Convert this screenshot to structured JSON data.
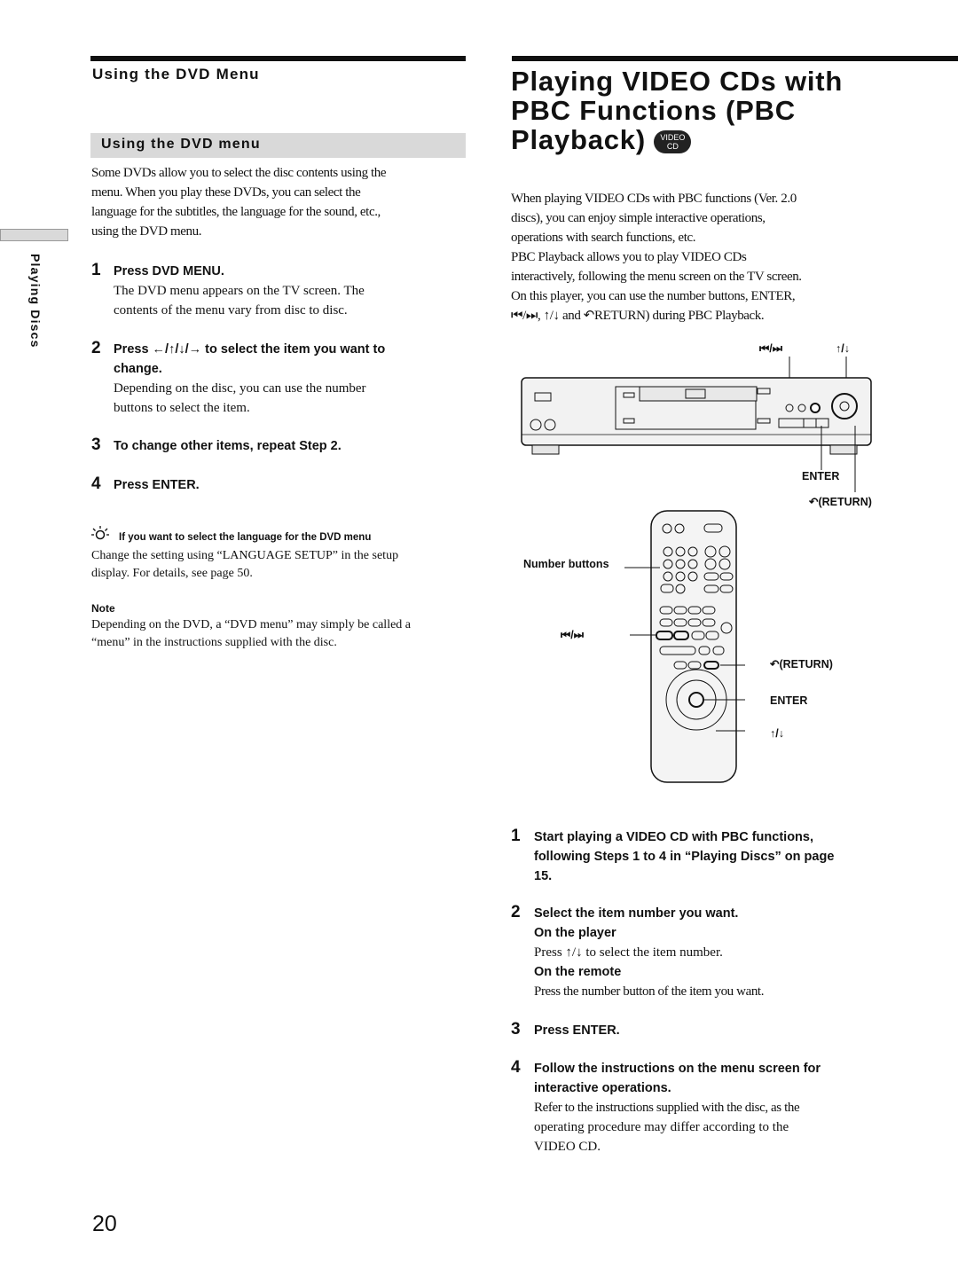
{
  "left": {
    "header": "Using the DVD Menu",
    "subheader": "Using the DVD menu",
    "side_tab": "Playing Discs",
    "intro": [
      "Some DVDs allow you to select the disc contents using the",
      "menu. When you play these DVDs, you can select the",
      "language for the subtitles, the language for the sound, etc.,",
      "using the DVD menu."
    ],
    "steps": [
      {
        "num": "1",
        "title": [
          "Press DVD MENU."
        ],
        "text": [
          "The DVD menu appears on the TV screen. The",
          "contents of the menu vary from disc to disc."
        ]
      },
      {
        "num": "2",
        "title": [
          "Press ←/↑/↓/→ to select the item you want to",
          "change."
        ],
        "text": [
          "Depending on the disc, you can use the number",
          "buttons to select the item."
        ]
      },
      {
        "num": "3",
        "title": [
          "To change other items, repeat Step 2."
        ],
        "text": []
      },
      {
        "num": "4",
        "title": [
          "Press ENTER."
        ],
        "text": []
      }
    ],
    "tip": {
      "title": "If you want to select the language for the DVD menu",
      "text": [
        "Change the setting using “LANGUAGE SETUP” in the setup",
        "display. For details, see page 50."
      ]
    },
    "note": {
      "label": "Note",
      "text": [
        "Depending on the DVD, a “DVD menu” may simply be called a",
        "“menu” in the instructions supplied with the disc."
      ]
    }
  },
  "right": {
    "title": [
      "Playing VIDEO CDs with",
      "PBC Functions (PBC",
      "Playback)"
    ],
    "badge": [
      "VIDEO",
      "CD"
    ],
    "intro": [
      "When playing VIDEO CDs with PBC functions (Ver. 2.0",
      "discs), you can enjoy simple interactive operations,",
      "operations with search functions, etc.",
      "PBC Playback allows you to play VIDEO CDs",
      "interactively, following the menu screen on the TV screen.",
      "On this player, you can use the number buttons, ENTER,",
      "⏮/⏭, ↑/↓ and ↶RETURN) during PBC Playback."
    ],
    "player_labels": {
      "skip": "⏮/⏭",
      "updown": "↑/↓",
      "enter": "ENTER",
      "return": "↶(RETURN)"
    },
    "remote_labels": {
      "number": "Number buttons",
      "skip": "⏮/⏭",
      "return": "↶(RETURN)",
      "enter": "ENTER",
      "updown": "↑/↓"
    },
    "steps": [
      {
        "num": "1",
        "title": [
          "Start playing a VIDEO CD with PBC functions,",
          "following Steps 1 to 4 in “Playing Discs” on page",
          "15."
        ]
      },
      {
        "num": "2",
        "title": [
          "Select the item number you want."
        ]
      },
      {
        "num": "3",
        "title": [
          "Press ENTER."
        ]
      },
      {
        "num": "4",
        "title": [
          "Follow the instructions on the menu screen for",
          "interactive operations."
        ]
      }
    ],
    "step2_sub": {
      "player_label": "On the player",
      "player_text": "Press ↑/↓ to select the item number.",
      "remote_label": "On the remote",
      "remote_text": "Press the number button of the item you want."
    },
    "step4_text": [
      "Refer to the instructions supplied with the disc, as the",
      "operating procedure may differ according to the",
      "VIDEO CD."
    ]
  },
  "page_number": "20"
}
